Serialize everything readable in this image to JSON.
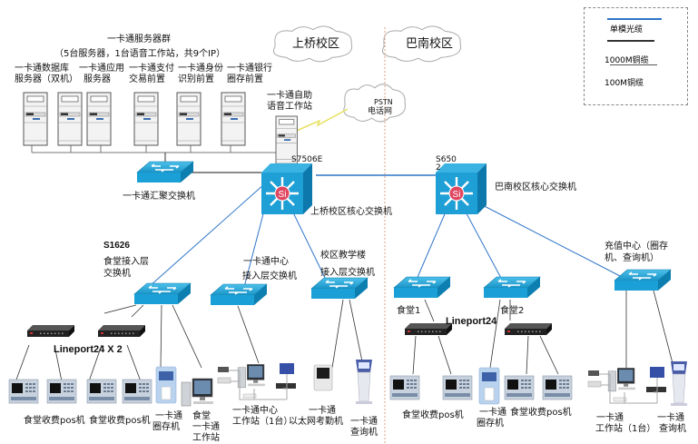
{
  "zones": {
    "left_campus": "上桥校区",
    "right_campus": "巴南校区",
    "pstn": [
      "PSTN",
      "电话网"
    ]
  },
  "server_group": {
    "title": "一卡通服务器群",
    "subtitle": "（5台服务器，1台语音工作站，共9个IP）",
    "servers": [
      {
        "label": [
          "一卡通数据库",
          "服务器（双机）"
        ]
      },
      {
        "label": [
          "一卡通应用",
          "服务器"
        ]
      },
      {
        "label": [
          "一卡通支付",
          "交易前置"
        ]
      },
      {
        "label": [
          "一卡通身份",
          "识别前置"
        ]
      },
      {
        "label": [
          "一卡通银行",
          "圈存前置"
        ]
      }
    ],
    "voice_station": [
      "一卡通自助",
      "语音工作站"
    ]
  },
  "switches": {
    "aggregation": "一卡通汇聚交换机",
    "core_left_model": "S7506E",
    "core_left_label": "上桥校区核心交换机",
    "core_right_model": [
      "S650",
      "2"
    ],
    "core_right_label": "巴南校区核心交换机",
    "canteen_model": "S1626",
    "canteen_access": [
      "食堂接入层",
      "交换机"
    ],
    "center_access": [
      "一卡通中心",
      "接入层交换机"
    ],
    "teaching_access": [
      "校区教学楼",
      "接入层交换机"
    ],
    "canteen1": "食堂1",
    "canteen2": "食堂2",
    "recharge": [
      "充值中心（圈存",
      "机、查询机）"
    ],
    "lineport_left": "Lineport24 X 2",
    "lineport_right": "Lineport24"
  },
  "devices": {
    "pos_left_1": "食堂收费pos机",
    "pos_left_2": "食堂收费pos机",
    "loader_left": [
      "一卡通",
      "圈存机"
    ],
    "canteen_ws": [
      "食堂",
      "一卡通",
      "工作站"
    ],
    "center_ws": [
      "一卡通中心",
      "工作站（1台）"
    ],
    "attendance": [
      "一卡通",
      "以太网考勤机"
    ],
    "kiosk_left": [
      "一卡通",
      "查询机"
    ],
    "pos_right_1": "食堂收费pos机",
    "loader_right": [
      "一卡通",
      "圈存机"
    ],
    "pos_right_2": "食堂收费pos机",
    "recharge_ws": [
      "一卡通",
      "工作站（1台）"
    ],
    "kiosk_right": [
      "一卡通",
      "查询机"
    ]
  },
  "legend": {
    "items": [
      {
        "label": "单模光缆",
        "color": "#2e75c8"
      },
      {
        "label": "1000M铜缆",
        "color": "#333333"
      },
      {
        "label": "100M铜缆",
        "color": "#555555"
      }
    ]
  },
  "colors": {
    "switch_blue": "#1ea0d4",
    "fiber": "#2e75c8",
    "copper": "#333333",
    "divider": "#e0a080"
  }
}
